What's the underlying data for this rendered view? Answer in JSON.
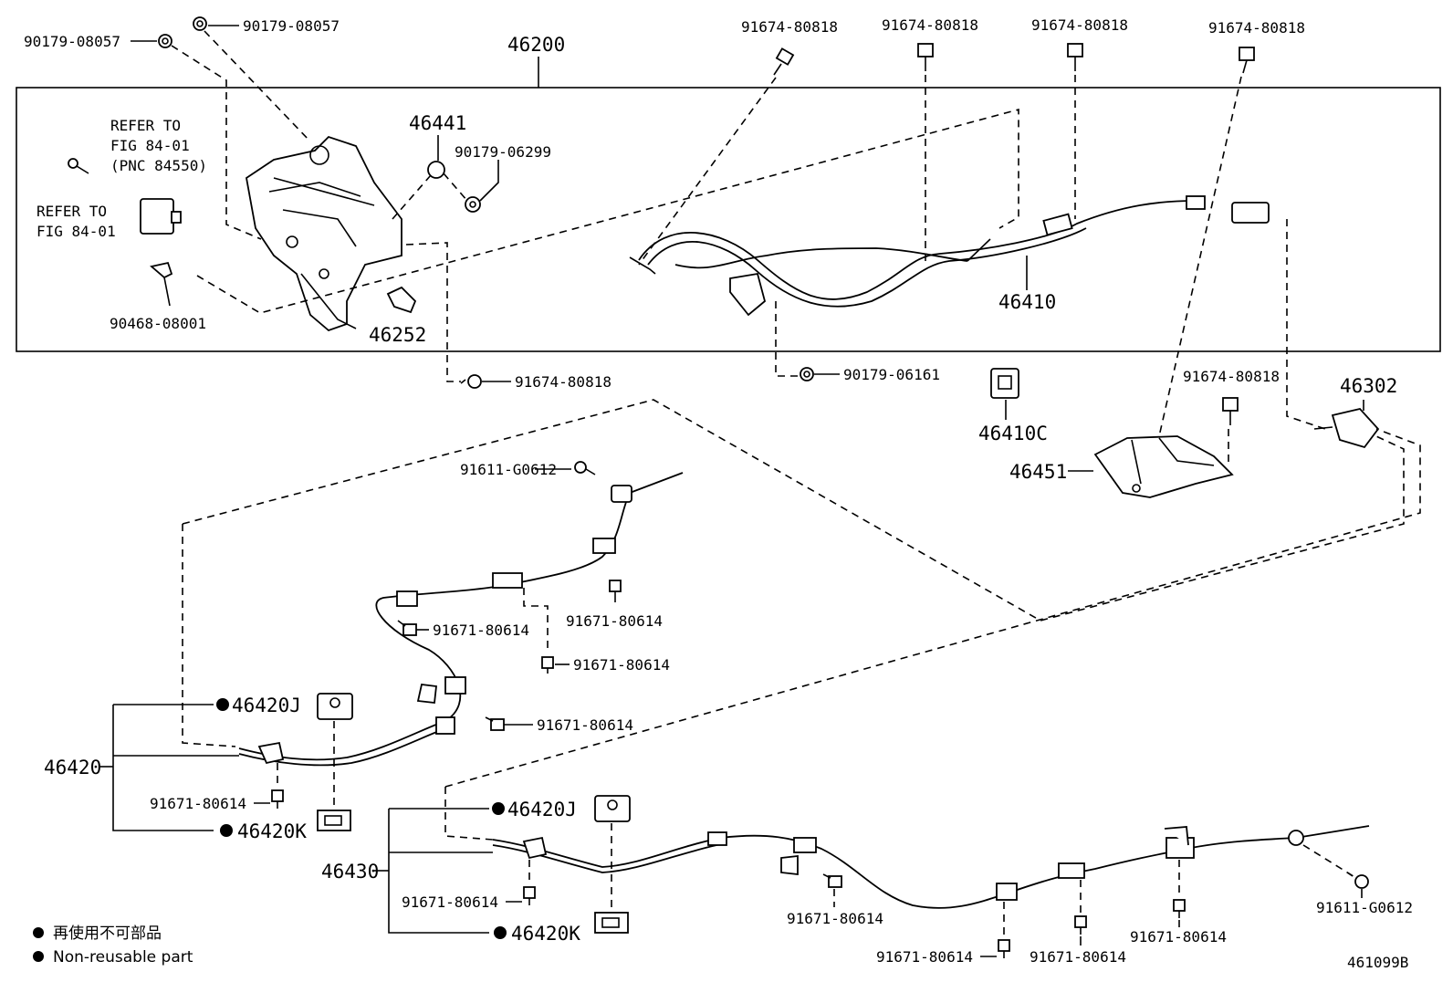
{
  "diagram_code": "461099B",
  "legend": {
    "jp": "再使用不可部品",
    "en": "Non-reusable part"
  },
  "labels": {
    "l_90179_08057_a": "90179-08057",
    "l_90179_08057_b": "90179-08057",
    "l_46200": "46200",
    "l_refer_a_1": "REFER TO",
    "l_refer_a_2": "FIG 84-01",
    "l_refer_a_3": "(PNC 84550)",
    "l_refer_b_1": "REFER TO",
    "l_refer_b_2": "FIG 84-01",
    "l_90468": "90468-08001",
    "l_46441": "46441",
    "l_90179_06299": "90179-06299",
    "l_46252": "46252",
    "l_91674_top1": "91674-80818",
    "l_91674_top2": "91674-80818",
    "l_91674_top3": "91674-80818",
    "l_91674_top4": "91674-80818",
    "l_46410": "46410",
    "l_91674_mid": "91674-80818",
    "l_90179_06161": "90179-06161",
    "l_46410c": "46410C",
    "l_91674_right": "91674-80818",
    "l_46302": "46302",
    "l_46451": "46451",
    "l_91611_a": "91611-G0612",
    "l_91671_a": "91671-80614",
    "l_91671_b": "91671-80614",
    "l_91671_c": "91671-80614",
    "l_91671_d": "91671-80614",
    "l_46420j_a": "46420J",
    "l_46420": "46420",
    "l_91671_e": "91671-80614",
    "l_46420k_a": "46420K",
    "l_46420j_b": "46420J",
    "l_46430": "46430",
    "l_91671_f": "91671-80614",
    "l_46420k_b": "46420K",
    "l_91671_g": "91671-80614",
    "l_91671_h": "91671-80614",
    "l_91671_i": "91671-80614",
    "l_91671_j": "91671-80614",
    "l_91611_b": "91611-G0612"
  }
}
